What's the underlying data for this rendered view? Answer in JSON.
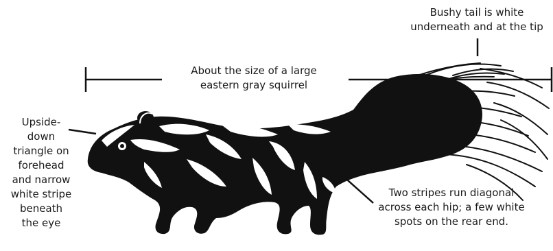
{
  "labels": {
    "tail": {
      "line1": "Bushy tail is white",
      "line2": "underneath and at the tip"
    },
    "size": {
      "line1": "About the size of a large",
      "line2": "eastern gray squirrel"
    },
    "face": {
      "line1": "Upside-",
      "line2": "down",
      "line3": "triangle on",
      "line4": "forehead",
      "line5": "and narrow",
      "line6": "white stripe",
      "line7": "beneath",
      "line8": "the eye"
    },
    "hip": {
      "line1": "Two stripes run diagonal",
      "line2": "across each hip; a few white",
      "line3": "spots on the rear end."
    }
  },
  "colors": {
    "ink": "#111111",
    "paper": "#ffffff"
  }
}
